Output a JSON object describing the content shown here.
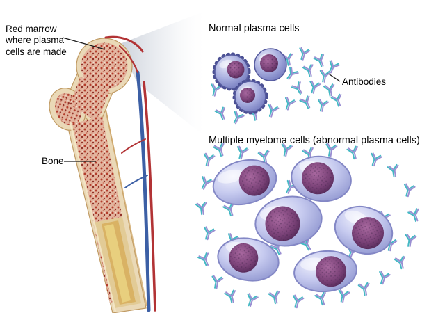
{
  "labels": {
    "red_marrow": "Red marrow\nwhere plasma\ncells are made",
    "bone": "Bone",
    "antibodies": "Antibodies"
  },
  "headings": {
    "normal": "Normal plasma cells",
    "myeloma": "Multiple myeloma cells (abnormal plasma cells)"
  },
  "colors": {
    "background": "#ffffff",
    "text": "#000000",
    "pointer_line": "#1a1a1a",
    "antibody_teal": "#45b8c4",
    "antibody_lavender": "#9a8fd2",
    "normal_cell_body": "#8b92cf",
    "normal_cell_outline": "#565b9f",
    "myeloma_cell_body": "#c6caef",
    "myeloma_cell_outline": "#8387c5",
    "nucleus_dark": "#4e2553",
    "nucleus_light": "#a8689f",
    "bone_cortex": "#ead9b7",
    "bone_edge": "#c09a63",
    "red_marrow_speckle": "#b33d2c",
    "yellow_marrow": "#d9b264",
    "vessel_red": "#b23335",
    "vessel_blue": "#3c5fa5",
    "zoom_wedge": "#b9c0cc"
  },
  "icons": [
    {
      "name": "antibody-y-icon",
      "meaning": "Y-shaped antibody (immunoglobulin)"
    }
  ]
}
